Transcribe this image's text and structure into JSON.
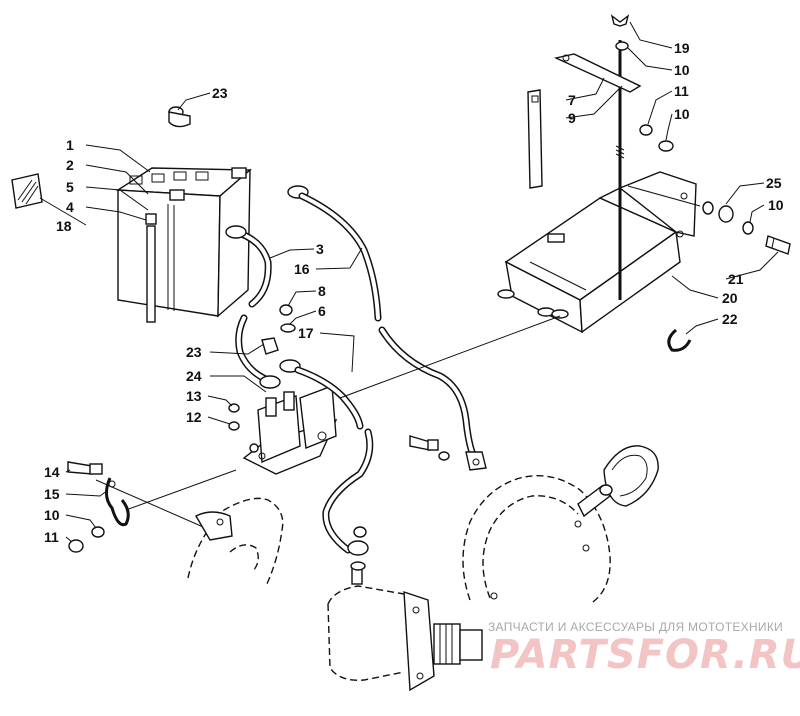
{
  "diagram": {
    "callouts": [
      "1",
      "2",
      "3",
      "4",
      "5",
      "6",
      "7",
      "8",
      "9",
      "10",
      "10",
      "10",
      "10",
      "11",
      "11",
      "12",
      "13",
      "14",
      "15",
      "16",
      "17",
      "18",
      "19",
      "20",
      "21",
      "22",
      "23",
      "23",
      "24",
      "25"
    ]
  },
  "watermark": {
    "tagline": "ЗАПЧАСТИ И АКСЕССУАРЫ ДЛЯ МОТОТЕХНИКИ",
    "logo": "PARTSFOR.RU"
  }
}
